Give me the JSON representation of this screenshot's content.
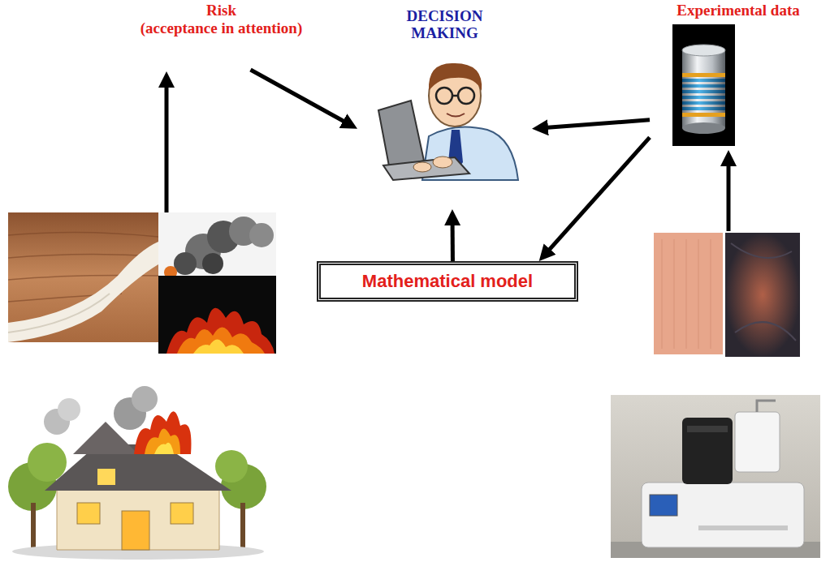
{
  "diagram": {
    "nodes": [
      {
        "text": [
          "Risk",
          "(acceptance in attention)"
        ]
      },
      {
        "text": [
          "DECISION MAKING"
        ]
      },
      {
        "text": [
          "Experimental data"
        ]
      },
      {
        "text": [
          "Mathematical model"
        ]
      }
    ],
    "edges": [
      {
        "from": 0,
        "to": 1,
        "arrow": "to"
      },
      {
        "from": 2,
        "to": 1,
        "arrow": "to"
      },
      {
        "from": 2,
        "to": 3,
        "arrow": "to"
      },
      {
        "from": 3,
        "to": 1,
        "arrow": "to"
      }
    ]
  }
}
